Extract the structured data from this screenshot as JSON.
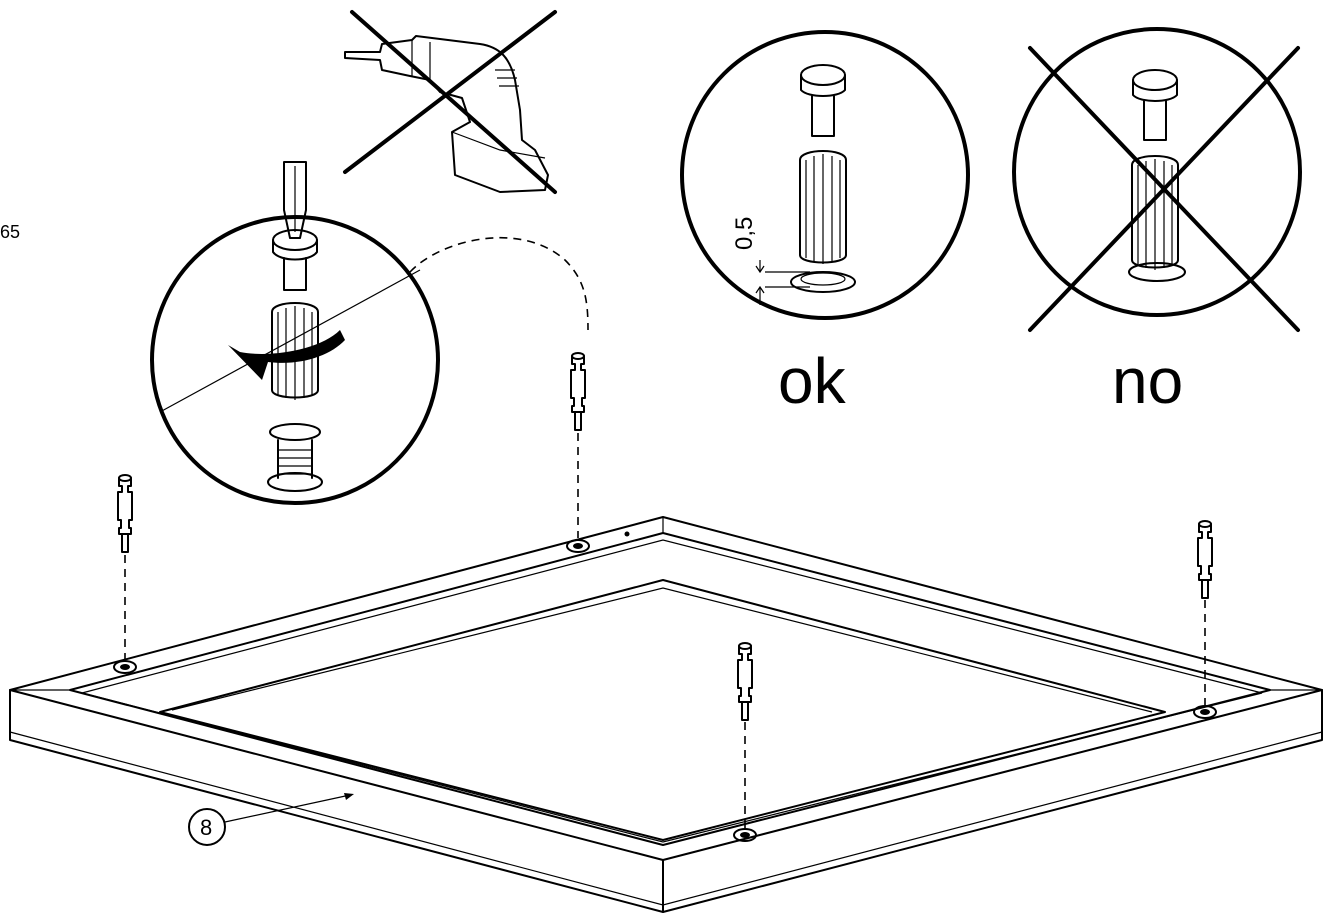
{
  "page_number": "65",
  "part_callout": "8",
  "dimension_label": "0,5",
  "correct_label": "ok",
  "incorrect_label": "no",
  "icons": [
    "drill-crossed-out-icon",
    "screwdriver-icon",
    "rotation-arrow-icon",
    "cam-dowel-icon"
  ]
}
